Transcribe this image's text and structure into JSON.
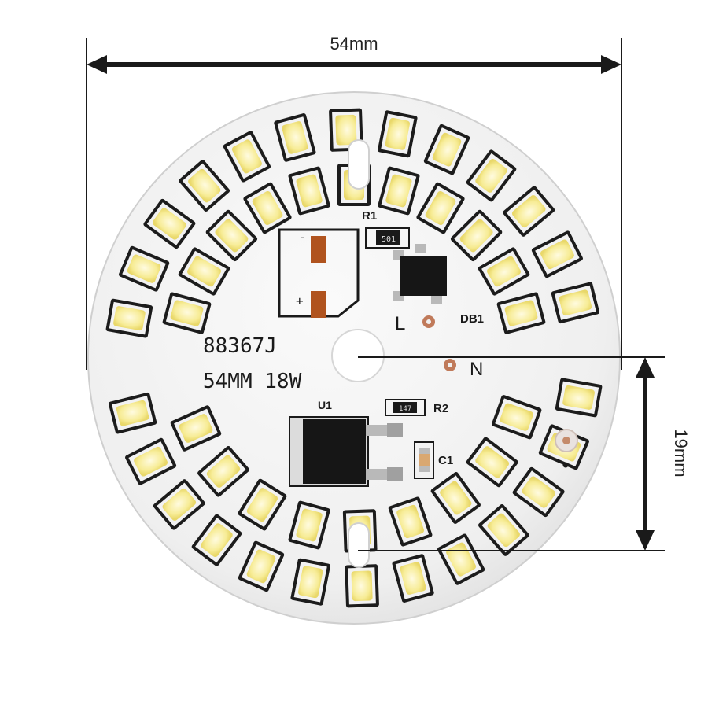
{
  "dimensions": {
    "width_label": "54mm",
    "offset_label": "19mm"
  },
  "board": {
    "model": "88367J",
    "spec": "54MM 18W",
    "polarity_minus": "-",
    "polarity_plus": "+",
    "terminal_live": "L",
    "terminal_neutral": "N",
    "components": {
      "r1": "R1",
      "r1_code": "501",
      "db1": "DB1",
      "u1": "U1",
      "r2": "R2",
      "r2_code": "147",
      "c1": "C1"
    }
  },
  "colors": {
    "board": "#f4f4f4",
    "led_phosphor": "#f6e98a",
    "led_frame": "#1c1c1c",
    "pad": "#b0531e",
    "ic": "#161616"
  },
  "icons": {
    "led": "smd-led-2835",
    "mount_slot": "mounting-slot",
    "dimension_arrow": "double-arrow"
  }
}
